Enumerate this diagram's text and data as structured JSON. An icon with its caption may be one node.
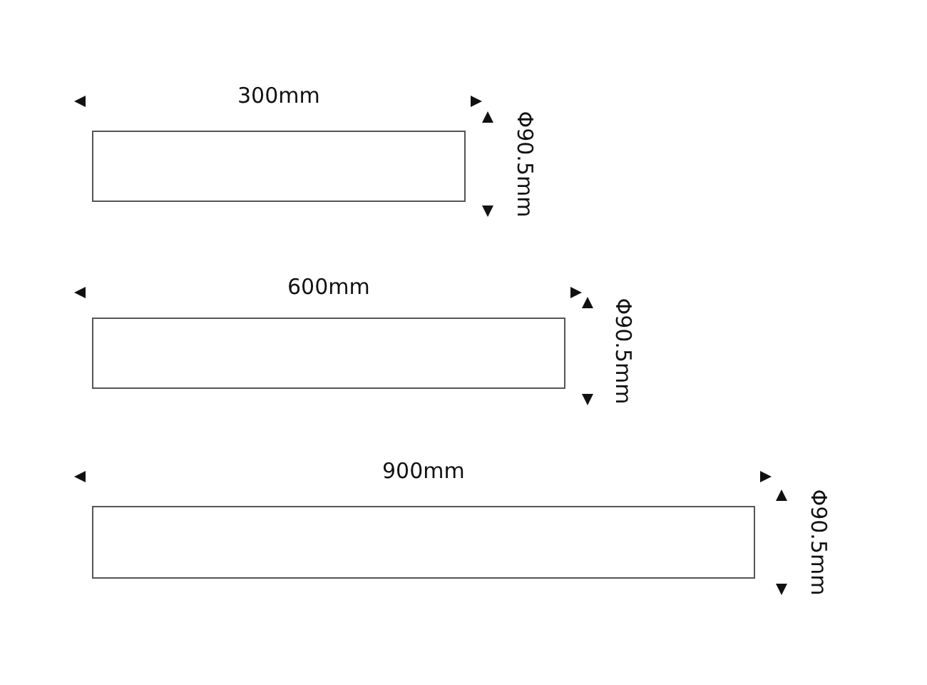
{
  "diagram": {
    "nodes": [
      {
        "text": [],
        "shape": "box"
      },
      {
        "text": [],
        "shape": "box"
      },
      {
        "text": [],
        "shape": "box"
      }
    ],
    "labels": [
      "300mm",
      "Φ90.5mm",
      "600mm",
      "Φ90.5mm",
      "900mm",
      "Φ90.5mm"
    ]
  }
}
